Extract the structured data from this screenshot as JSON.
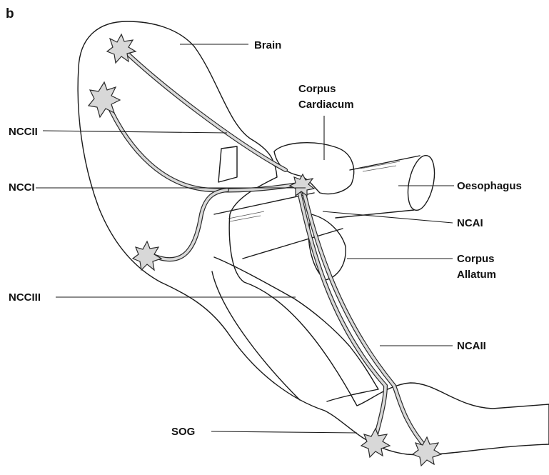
{
  "panel_label": "b",
  "labels": {
    "brain": "Brain",
    "corpus_cardiacum": [
      "Corpus",
      "Cardiacum"
    ],
    "ncc2": "NCCII",
    "ncc1": "NCCI",
    "oesophagus": "Oesophagus",
    "nca1": "NCAI",
    "corpus_allatum": [
      "Corpus",
      "Allatum"
    ],
    "ncc3": "NCCIII",
    "nca2": "NCAII",
    "sog": "SOG"
  }
}
